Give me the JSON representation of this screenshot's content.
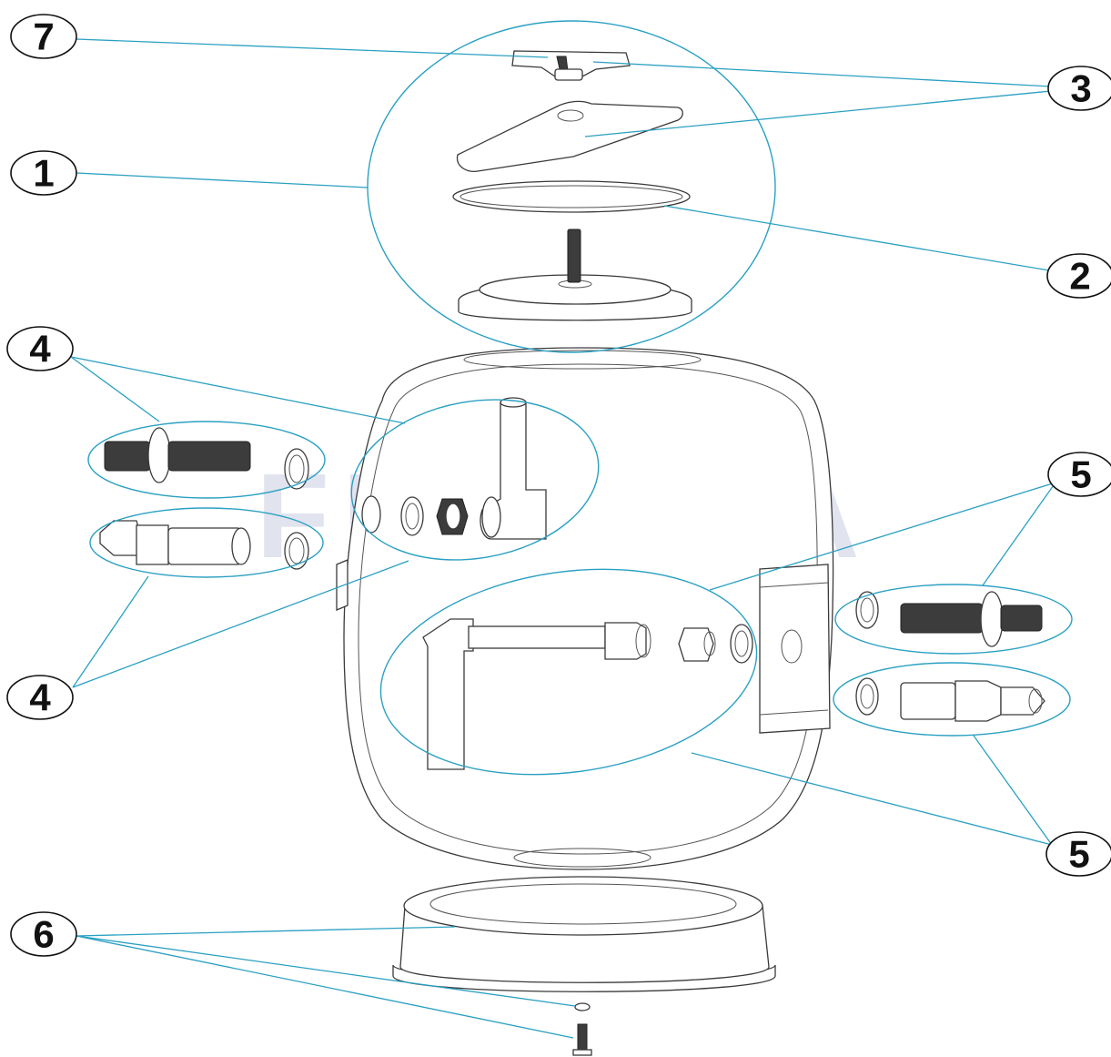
{
  "watermark": "FLUIDRA",
  "callouts": [
    {
      "id": "7",
      "label": "7"
    },
    {
      "id": "1",
      "label": "1"
    },
    {
      "id": "3",
      "label": "3"
    },
    {
      "id": "2",
      "label": "2"
    },
    {
      "id": "4a",
      "label": "4"
    },
    {
      "id": "4b",
      "label": "4"
    },
    {
      "id": "5a",
      "label": "5"
    },
    {
      "id": "5b",
      "label": "5"
    },
    {
      "id": "6",
      "label": "6"
    }
  ],
  "colors": {
    "leader": "#2aa0c2",
    "outline": "#3a3a3a",
    "watermark": "#c9cde3"
  }
}
